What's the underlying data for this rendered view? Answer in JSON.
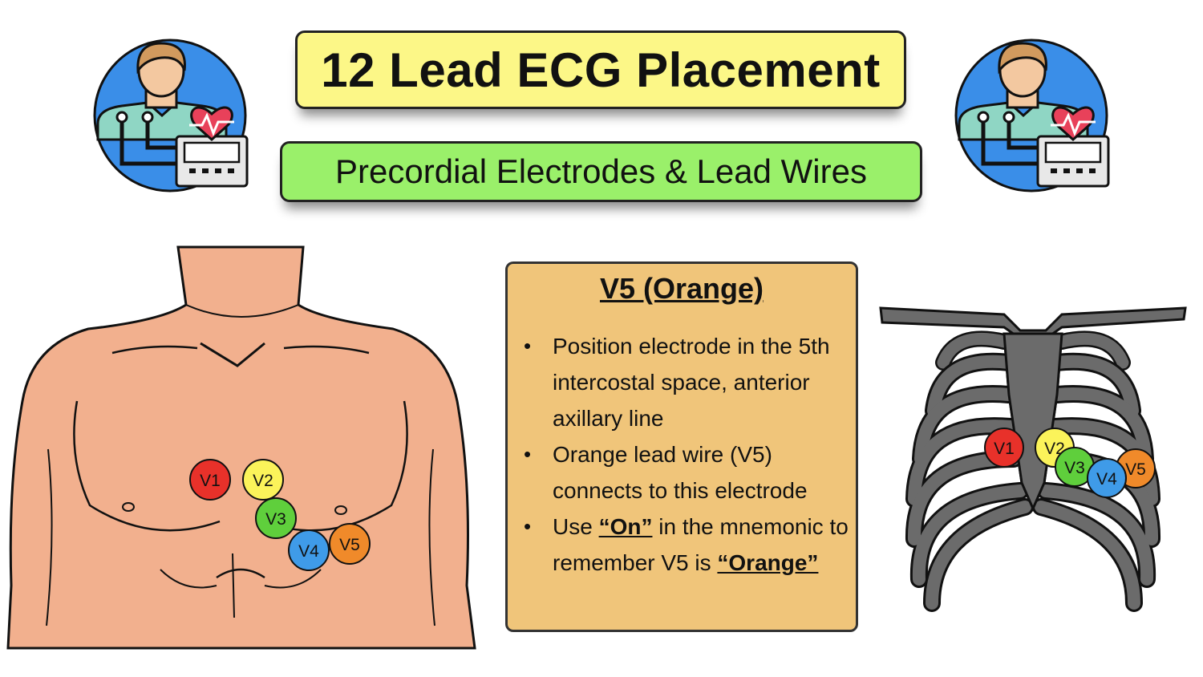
{
  "header": {
    "title": "12 Lead ECG Placement",
    "subtitle": "Precordial Electrodes & Lead Wires"
  },
  "info": {
    "heading": "V5 (Orange)",
    "bullet1": "Position electrode in the 5th intercostal space, anterior axillary line",
    "bullet2": "Orange lead wire (V5) connects to this electrode",
    "bullet3_pre": "Use ",
    "bullet3_on": "“On”",
    "bullet3_mid": " in the mnemonic to remember V5 is ",
    "bullet3_orange": "“Orange”"
  },
  "electrodes": [
    {
      "label": "V1",
      "color": "#e8312a"
    },
    {
      "label": "V2",
      "color": "#fbf35a"
    },
    {
      "label": "V3",
      "color": "#5fcf3c"
    },
    {
      "label": "V4",
      "color": "#3f9be8"
    },
    {
      "label": "V5",
      "color": "#f08a2a"
    }
  ],
  "icons": {
    "left": "ecg-patient-monitor-icon",
    "right": "ecg-patient-monitor-icon"
  },
  "colors": {
    "title_bg": "#fcf787",
    "subtitle_bg": "#9af06a",
    "info_bg": "#f0c57a",
    "skin": "#f2b08e",
    "ribcage": "#6b6b6b"
  }
}
